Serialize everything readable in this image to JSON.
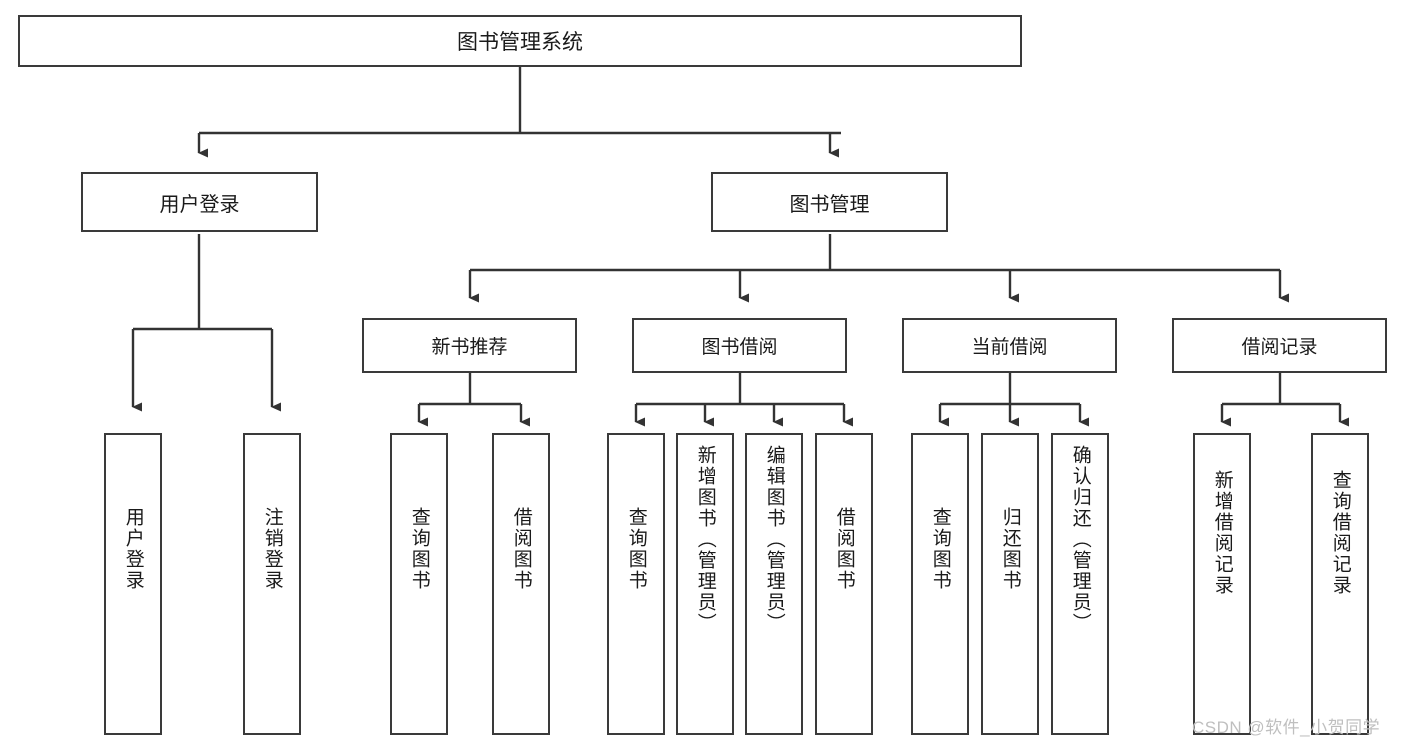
{
  "diagram": {
    "title": "图书管理系统",
    "type": "tree-hierarchy-chart",
    "watermark": "CSDN @软件_小贺同学",
    "colors": {
      "background": "#ffffff",
      "box_border": "#3a3a3a",
      "box_fill": "#ffffff",
      "connector": "#333333",
      "text": "#1a1a1a",
      "watermark": "#bfbfbf"
    },
    "root": {
      "label": "图书管理系统"
    },
    "level2": [
      {
        "label": "用户登录"
      },
      {
        "label": "图书管理"
      }
    ],
    "level3": [
      {
        "label": "新书推荐"
      },
      {
        "label": "图书借阅"
      },
      {
        "label": "当前借阅"
      },
      {
        "label": "借阅记录"
      }
    ],
    "leaves": {
      "user_login": [
        {
          "label": "用户登录"
        },
        {
          "label": "注销登录"
        }
      ],
      "new_book_recommend": [
        {
          "label": "查询图书"
        },
        {
          "label": "借阅图书"
        }
      ],
      "book_borrow": [
        {
          "label": "查询图书"
        },
        {
          "label": "新增图书（管理员）"
        },
        {
          "label": "编辑图书（管理员）"
        },
        {
          "label": "借阅图书"
        }
      ],
      "current_borrow": [
        {
          "label": "查询图书"
        },
        {
          "label": "归还图书"
        },
        {
          "label": "确认归还（管理员）"
        }
      ],
      "borrow_record": [
        {
          "label": "新增借阅记录"
        },
        {
          "label": "查询借阅记录"
        }
      ]
    }
  }
}
